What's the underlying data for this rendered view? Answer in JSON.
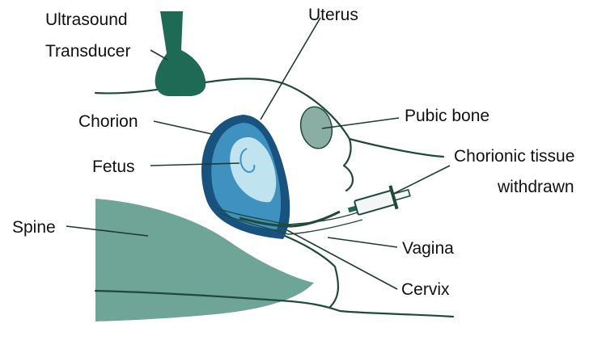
{
  "labels": {
    "ultrasound_transducer": [
      "Ultrasound",
      "Transducer"
    ],
    "uterus": "Uterus",
    "chorion": "Chorion",
    "pubic_bone": "Pubic bone",
    "fetus": "Fetus",
    "chorionic_tissue_withdrawn": [
      "Chorionic tissue",
      "withdrawn"
    ],
    "spine": "Spine",
    "vagina": "Vagina",
    "cervix": "Cervix"
  },
  "colors": {
    "outline": "#1f4a3a",
    "transducer": "#1e6a55",
    "spine": "#6ea596",
    "uterus_wall": "#18527f",
    "amniotic_fluid": "#3f92bf",
    "fetus": "#bfe3ef",
    "pubic_bone": "#8aaea3",
    "text": "#111111"
  }
}
